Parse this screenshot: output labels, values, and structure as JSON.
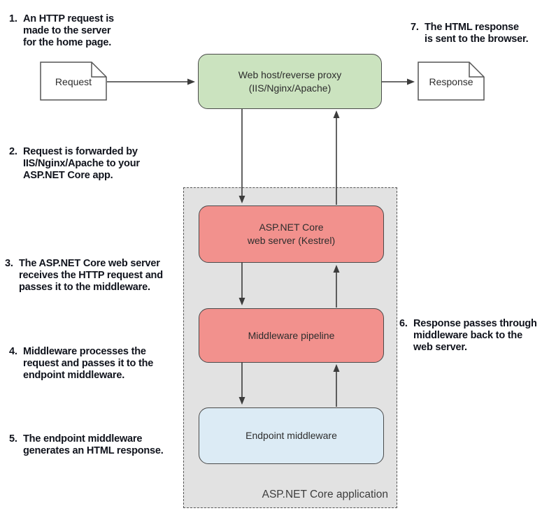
{
  "annotations": [
    {
      "num": "1.",
      "text": "An HTTP request is\nmade to the server\nfor the home page."
    },
    {
      "num": "2.",
      "text": "Request is forwarded by\nIIS/Nginx/Apache to your\nASP.NET Core app."
    },
    {
      "num": "3.",
      "text": "The ASP.NET Core web server\nreceives the HTTP request and\npasses it to the middleware."
    },
    {
      "num": "4.",
      "text": "Middleware processes the\nrequest and passes it to the\nendpoint middleware."
    },
    {
      "num": "5.",
      "text": "The endpoint middleware\ngenerates an HTML response."
    },
    {
      "num": "6.",
      "text": "Response passes through\nmiddleware back to the\nweb server."
    },
    {
      "num": "7.",
      "text": "The HTML response\nis sent to the browser."
    }
  ],
  "nodes": {
    "request": "Request",
    "response": "Response",
    "webhost": "Web host/reverse proxy\n(IIS/Nginx/Apache)",
    "kestrel": "ASP.NET Core\nweb server (Kestrel)",
    "middleware": "Middleware pipeline",
    "endpoint": "Endpoint middleware"
  },
  "container": {
    "label": "ASP.NET Core application"
  },
  "colors": {
    "webhost_fill": "#cbe3bf",
    "server_fill": "#f2918d",
    "endpoint_fill": "#dcebf5",
    "container_fill": "#e2e2e2",
    "node_stroke": "#4a4a4a",
    "arrow_stroke": "#3c3c3c",
    "annotation_text": "#10131c"
  }
}
